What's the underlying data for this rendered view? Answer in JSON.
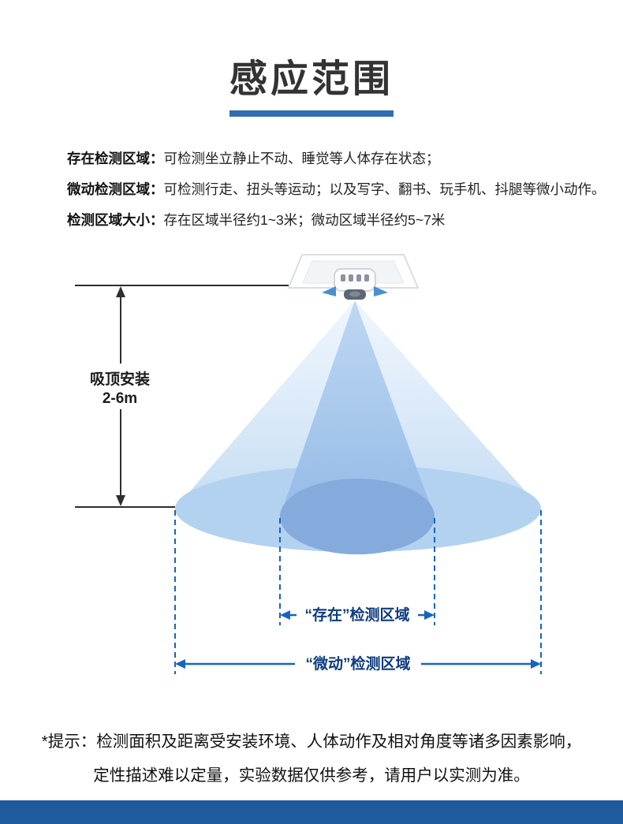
{
  "page": {
    "title": "感应范围"
  },
  "description": {
    "items": [
      {
        "label": "存在检测区域：",
        "text": "可检测坐立静止不动、睡觉等人体存在状态；"
      },
      {
        "label": "微动检测区域：",
        "text": "可检测行走、扭头等运动；以及写字、翻书、玩手机、抖腿等微小动作。"
      },
      {
        "label": "检测区域大小：",
        "text": "存在区域半径约1~3米；微动区域半径约5~7米"
      }
    ]
  },
  "diagram": {
    "mount_label_line1": "吸顶安装",
    "mount_label_line2": "2-6m",
    "presence_zone_label": "“存在”检测区域",
    "micro_zone_label": "“微动”检测区域"
  },
  "note": {
    "line1": "*提示：检测面积及距离受安装环境、人体动作及相对角度等诸多因素影响，",
    "line2": "定性描述难以定量，实验数据仅供参考，请用户以实测为准。"
  },
  "colors": {
    "accent": "#2e6db4",
    "zone_line": "#1565c0",
    "zone_label_text": "#0d3b80",
    "footer_bar": "#1d5a9e",
    "outer_cone_fill": "#b7d4f1",
    "inner_cone_fill": "#8fb6e6",
    "dimension_line": "#2e2e2e"
  }
}
